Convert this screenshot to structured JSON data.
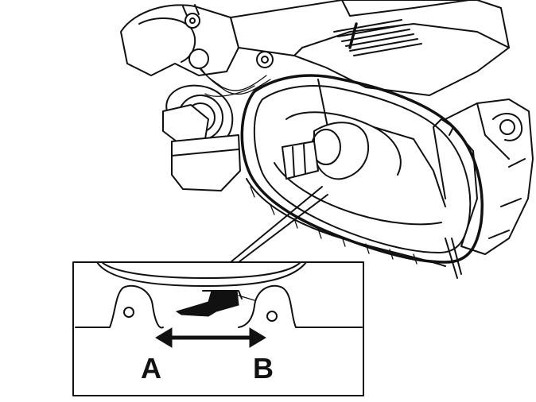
{
  "diagram": {
    "labels": {
      "a": "A",
      "b": "B"
    },
    "arrow": {
      "direction": "bidirectional"
    },
    "colors": {
      "line": "#111111",
      "background": "#ffffff"
    }
  }
}
